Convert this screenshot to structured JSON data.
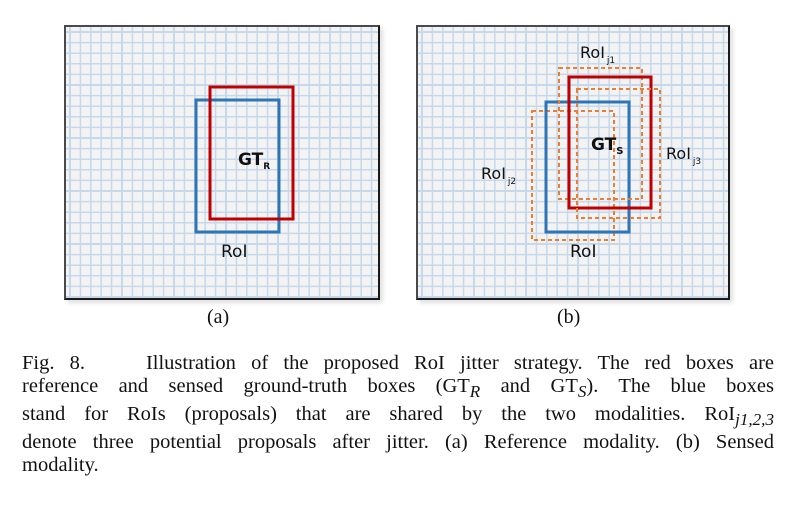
{
  "figure": {
    "panels": [
      {
        "id": "a",
        "sublabel": "(a)",
        "labels": {
          "gt": "GT",
          "gt_sub": "R",
          "roi": "RoI"
        }
      },
      {
        "id": "b",
        "sublabel": "(b)",
        "labels": {
          "gt": "GT",
          "gt_sub": "S",
          "roi": "RoI",
          "roi_j1": "RoI",
          "roi_j1_sub": "j1",
          "roi_j2": "RoI",
          "roi_j2_sub": "j2",
          "roi_j3": "RoI",
          "roi_j3_sub": "j3"
        }
      }
    ],
    "colors": {
      "ground_truth_box": "#c00000",
      "roi_box": "#2e75b6",
      "jittered_roi_box": "#ed7d31",
      "grid_background": "#f3f3f3",
      "grid_line": "#c5d8ec"
    }
  },
  "caption": {
    "lines": [
      [
        "Fig. 8.",
        "  Illustration of the proposed RoI jitter strategy. The red boxes are"
      ],
      [
        "reference and sensed ground-truth boxes (GT",
        "R",
        " and GT",
        "S",
        "). The blue boxes"
      ],
      [
        "stand for RoIs (proposals) that are shared by the two modalities. RoI",
        "j1,2,3"
      ],
      [
        "denote three potential proposals after jitter. (a) Reference modality. (b) Sensed"
      ],
      [
        "modality."
      ]
    ],
    "label": "Fig. 8.",
    "line1_rest": "Illustration of the proposed RoI jitter strategy. The red boxes are",
    "line2_a": "reference and sensed ground-truth boxes (GT",
    "line2_sub1": "R",
    "line2_b": " and GT",
    "line2_sub2": "S",
    "line2_c": "). The blue boxes",
    "line3_a": "stand for RoIs (proposals) that are shared by the two modalities. RoI",
    "line3_sub": "j1,2,3",
    "line4": "denote three potential proposals after jitter. (a) Reference modality. (b) Sensed",
    "line5": "modality."
  }
}
